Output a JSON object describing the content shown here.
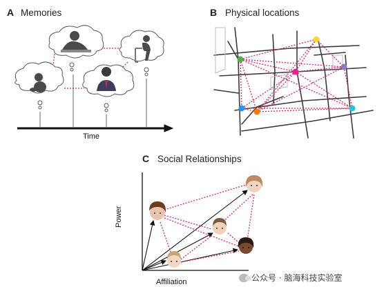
{
  "panels": {
    "a": {
      "letter": "A",
      "title": "Memories",
      "time_label": "Time",
      "memories": [
        "infant",
        "child",
        "adult",
        "elder"
      ]
    },
    "b": {
      "letter": "B",
      "title": "Physical locations",
      "node_colors": [
        "#4caf50",
        "#fdd835",
        "#e91e90",
        "#8e7cc3",
        "#2196f3",
        "#f57c00",
        "#26c6da"
      ]
    },
    "c": {
      "letter": "C",
      "title": "Social Relationships",
      "y_label": "Power",
      "x_label": "Affiliation",
      "people": [
        "person-1",
        "person-2",
        "person-3",
        "person-4",
        "person-5"
      ]
    }
  },
  "colors": {
    "dotted_link": "#e0245e",
    "street": "#3a3a3a",
    "figure": "#4a4a4a",
    "axis": "#111111"
  },
  "watermark": {
    "text": "公众号 · 脑海科技实验室"
  }
}
